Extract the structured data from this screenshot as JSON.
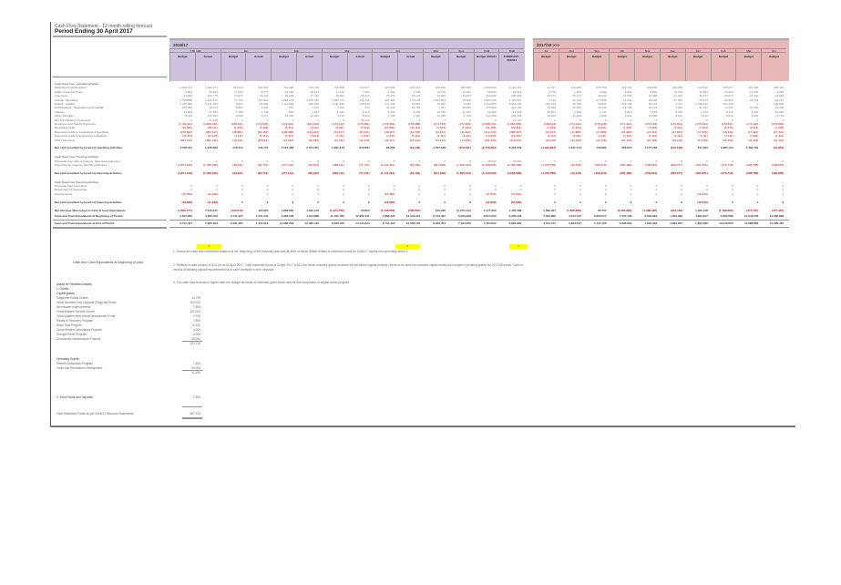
{
  "title_line1": "Cash Flow Statement - 12 month rolling forecast",
  "title_line2": "Period Ending 30 April 2017",
  "year1": "2016/17",
  "year2": "2017/18 >>>",
  "colors": {
    "purple": "#cfc2de",
    "pink": "#e8b8b8",
    "highlight": "#ffff00",
    "negative": "#b00000"
  },
  "months1": [
    {
      "label": "YTD (dd)",
      "span": 2
    },
    {
      "label": "Jan",
      "span": 2
    },
    {
      "label": "Feb",
      "span": 2
    },
    {
      "label": "Mar",
      "span": 2
    },
    {
      "label": "Apr",
      "span": 2
    },
    {
      "label": "May",
      "span": 1
    },
    {
      "label": "June",
      "span": 1
    },
    {
      "label": "Total",
      "span": 1
    },
    {
      "label": "Total",
      "span": 1
    }
  ],
  "subs1": [
    "Budget",
    "Actual",
    "Budget",
    "Actual",
    "Budget",
    "Actual",
    "Budget",
    "Actual",
    "Budget",
    "Actual",
    "Budget",
    "Budget",
    "Budget 2016/17",
    "FORECAST - 2016/17"
  ],
  "months2": [
    "Jul",
    "Aug",
    "Sep",
    "Oct",
    "Nov",
    "Dec",
    "Jan",
    "Feb",
    "Mar",
    "Apr"
  ],
  "subs2": [
    "Budget",
    "Budget",
    "Budget",
    "Budget",
    "Budget",
    "Budget",
    "Budget",
    "Budget",
    "Budget",
    "Budget"
  ],
  "rows": [
    {
      "type": "head",
      "label": "Cash flows from operating activities"
    },
    {
      "type": "item",
      "label": "Rate Payments Received",
      "v": [
        "1,022,311",
        "1,046,271",
        "703,114",
        "811,643",
        "711,428",
        "716,276",
        "311,848",
        "744,217",
        "227,833",
        "246,041",
        "183,936",
        "166,608",
        "2,360,000",
        "2,421,221",
        "21,797",
        "116,208",
        "879,758",
        "214,131",
        "332,836",
        "238,458",
        "214,512",
        "235,277",
        "157,466",
        "286,115"
      ]
    },
    {
      "type": "item",
      "label": "Sales, Fees and Fines",
      "v": [
        "4,864",
        "35,604",
        "17,625",
        "5,273",
        "12,795",
        "28,131",
        "11,116",
        "7,284",
        "4,432",
        "7,186",
        "12,179",
        "12,911",
        "50,843",
        "54,821",
        "2,778",
        "1,253",
        "4,498",
        "8,947",
        "5,960",
        "11,374",
        "11,694",
        "14,264",
        "12,916",
        "2,066"
      ]
    },
    {
      "type": "item",
      "label": "User Fees",
      "v": [
        "31,844",
        "190,775",
        "34,837",
        "23,441",
        "90,338",
        "27,411",
        "33,993",
        "48,213",
        "46,479",
        "32,123",
        "34,022",
        "34,333",
        "312,000",
        "280,000",
        "49,172",
        "62,172",
        "28,443",
        "31,836",
        "32,488",
        "32,432",
        "30,474",
        "42,672",
        "27,320",
        "34,833"
      ]
    },
    {
      "type": "item",
      "label": "Grants - Operating",
      "v": [
        "1,799,508",
        "1,442,413",
        "27,713",
        "227,510",
        "1,068,143",
        "1,079,210",
        "1,084,711",
        "111,441",
        "226,428",
        "170,133",
        "1,024,004",
        "30,000",
        "3,904,120",
        "1,764,511",
        "3,712",
        "21,213",
        "477,849",
        "12,941",
        "29,138",
        "97,349",
        "28,373",
        "62,823",
        "29,104",
        "29,212"
      ]
    },
    {
      "type": "item",
      "label": "Grants - Capital",
      "v": [
        "1,475,082",
        "3,271,384",
        "6,932",
        "18,900",
        "1,111,964",
        "298,190",
        "1,211,434",
        "190,333",
        "211,433",
        "70,500",
        "18,200",
        "5,000",
        "4,713,000",
        "5,013,000",
        "213,124",
        "66,758",
        "28,960",
        "244,794",
        "32,143",
        "1,413",
        "1,218,224",
        "264,433",
        "0",
        "229,833"
      ]
    },
    {
      "type": "item",
      "label": "Contributions - Developers and Capital",
      "v": [
        "135,040",
        "44,071",
        "5,897",
        "3,342",
        "967",
        "1,274",
        "2,731",
        "479",
        "43,148",
        "43,738",
        "1,441",
        "30,001",
        "170,000",
        "221,133",
        "13,440",
        "12,540",
        "16,739",
        "15,722",
        "16,124",
        "7,422",
        "21,314",
        "14,441",
        "20,000",
        "20,000"
      ]
    },
    {
      "type": "item",
      "label": "Interest",
      "v": [
        "41,000",
        "57,093",
        "1,458",
        "1,149",
        "600",
        "1,811",
        "1,100",
        "1,412",
        "1,120",
        "1,236",
        "12,786",
        "11,100",
        "62,000",
        "61,024",
        "25,871",
        "1,188",
        "1,141",
        "1,813",
        "7,163",
        "6,318",
        "1,234",
        "8,113",
        "1,200",
        "16,200"
      ]
    },
    {
      "type": "item",
      "label": "Other Receipts",
      "v": [
        "79,111",
        "117,783",
        "2,008",
        "3,277",
        "31,336",
        "22,162",
        "5,112",
        "5,913",
        "3,766",
        "1,420",
        "16,188",
        "1,700",
        "212,000",
        "235,333",
        "15,166",
        "11,488",
        "1,088",
        "2,211",
        "19,280",
        "8,811",
        "3,216",
        "5,610",
        "5,461",
        "5,791"
      ]
    },
    {
      "type": "item",
      "label": "Net GST Refund / (payment)",
      "v": [
        "0",
        "21,439",
        "0",
        "0",
        "0",
        "0",
        "0",
        "28,142",
        "0",
        "0",
        "0",
        "0",
        "0",
        "21,461",
        "0",
        "0",
        "0",
        "0",
        "0",
        "0",
        "0",
        "0",
        "0",
        "0"
      ]
    },
    {
      "type": "item",
      "label": "Employee and Sundry Payments",
      "v": [
        "(1,744,111)",
        "(1,609,132)",
        "(168,411)",
        "(172,833)",
        "(172,911)",
        "(161,212)",
        "(170,212)",
        "(175,381)",
        "(175,481)",
        "(178,288)",
        "(171,733)",
        "(172,400)",
        "(2,088,244)",
        "(1,963,265)",
        "(180,113)",
        "(174,214)",
        "(176,118)",
        "(171,421)",
        "(176,129)",
        "(172,811)",
        "(176,414)",
        "(170,811)",
        "(171,120)",
        "(176,300)"
      ]
    },
    {
      "type": "item",
      "label": "Borrowing Costs",
      "v": [
        "(16,822)",
        "(18,111)",
        "(1,344)",
        "(1,118)",
        "(3,311)",
        "(3,112)",
        "(3,311)",
        "(3,112)",
        "(14,882)",
        "(11,111)",
        "(1,344)",
        "(1,344)",
        "(21,188)",
        "(22,114)",
        "(1,344)",
        "(1,344)",
        "(3,311)",
        "(1,344)",
        "(1,344)",
        "(3,311)",
        "(1,344)",
        "(1,344)",
        "(3,311)",
        "(1,344)"
      ]
    },
    {
      "type": "item",
      "label": "Payments made to Contractors & Suppliers",
      "v": [
        "(279,822)",
        "(281,117)",
        "(45,381)",
        "(81,153)",
        "(130,483)",
        "(141,211)",
        "(43,477)",
        "(81,111)",
        "(49,117)",
        "(14,793)",
        "(11,441)",
        "(11,441)",
        "(412,220)",
        "(388,310)",
        "(21,417)",
        "(17,880)",
        "(17,888)",
        "(15,460)",
        "(21,411)",
        "(17,811)",
        "(17,120)",
        "(19,443)",
        "(17,422)",
        "(27,311)"
      ]
    },
    {
      "type": "item",
      "label": "Payments made to Employees & Related",
      "v": [
        "(11,111)",
        "(11,118)",
        "(1,111)",
        "(1,112)",
        "(1,111)",
        "(1,114)",
        "(1,111)",
        "(1,111)",
        "(1,111)",
        "(1,111)",
        "(1,111)",
        "(1,111)",
        "(13,333)",
        "(13,333)",
        "(1,111)",
        "(1,111)",
        "(1,111)",
        "(1,111)",
        "(1,111)",
        "(1,111)",
        "(1,111)",
        "(1,111)",
        "(1,111)",
        "(1,111)"
      ]
    },
    {
      "type": "item",
      "label": "Other Payments",
      "v": [
        "(381,134)",
        "(281,141)",
        "(16,411)",
        "(18,812)",
        "(13,412)",
        "(28,181)",
        "(11,411)",
        "(11,416)",
        "(41,117)",
        "(31,141)",
        "(14,431)",
        "(14,431)",
        "(411,334)",
        "(416,411)",
        "(21,116)",
        "(21,116)",
        "(21,116)",
        "(21,116)",
        "(21,116)",
        "(21,116)",
        "(21,116)",
        "(21,116)",
        "(21,116)",
        "(21,116)"
      ]
    },
    {
      "type": "blank"
    },
    {
      "type": "bold",
      "label": "Net cash provided by (used in) operating activities",
      "v": [
        "1,797,411",
        "1,978,696",
        "216,714",
        "243,771",
        "1,107,488",
        "2,071,451",
        "1,281,314",
        "816,884",
        "96,856",
        "(13,148)",
        "1,797,188",
        "(473,131)",
        "(2,778,264)",
        "2,204,333",
        "(1,343,967)",
        "1,641,713",
        "139,681",
        "375,877",
        "1,177,166",
        "(413,128)",
        "211,093",
        "1,887,144",
        "1,482,791",
        "(13,851)"
      ]
    },
    {
      "type": "blank"
    },
    {
      "type": "head",
      "label": "Cash flows from investing activities"
    },
    {
      "type": "item",
      "label": "Proceeds from sale of property, plant and equipment",
      "v": [
        "0",
        "0",
        "0",
        "0",
        "0",
        "0",
        "0",
        "0",
        "0",
        "0",
        "0",
        "0",
        "45,000",
        "45,000",
        "0",
        "0",
        "0",
        "0",
        "0",
        "0",
        "0",
        "0",
        "0",
        "0"
      ]
    },
    {
      "type": "item",
      "label": "Payments for property, plant & equipment",
      "v": [
        "(3,871,128)",
        "(1,788,796)",
        "(39,911)",
        "(84,771)",
        "(277,131)",
        "(80,102)",
        "(385,111)",
        "(71,711)",
        "(1,111,361)",
        "(45,192)",
        "(841,028)",
        "(1,366,144)",
        "(4,188,000)",
        "(4,108,008)",
        "(1,079,786)",
        "(46,178)",
        "(163,479)",
        "(487,489)",
        "(748,814)",
        "(405,277)",
        "(361,871)",
        "(376,719)",
        "(296,788)",
        "(166,878)"
      ]
    },
    {
      "type": "blank"
    },
    {
      "type": "bold",
      "label": "Net cash provided by (used in) investing activities",
      "v": [
        "(3,871,128)",
        "(1,788,796)",
        "(39,911)",
        "(84,771)",
        "(277,131)",
        "(80,102)",
        "(385,111)",
        "(71,711)",
        "(1,111,361)",
        "(45,192)",
        "(841,028)",
        "(1,366,144)",
        "(4,143,000)",
        "(4,063,008)",
        "(1,079,786)",
        "(46,178)",
        "(163,479)",
        "(487,489)",
        "(748,814)",
        "(405,277)",
        "(361,871)",
        "(376,719)",
        "(296,788)",
        "(166,878)"
      ]
    },
    {
      "type": "blank"
    },
    {
      "type": "head",
      "label": "Cash flows from financing activities"
    },
    {
      "type": "item",
      "label": "Proceeds from borrowing",
      "v": [
        "0",
        "0",
        "0",
        "0",
        "0",
        "0",
        "0",
        "0",
        "0",
        "0",
        "0",
        "0",
        "0",
        "0",
        "0",
        "0",
        "0",
        "0",
        "0",
        "0",
        "0",
        "0",
        "0",
        "0"
      ]
    },
    {
      "type": "item",
      "label": "Repayment of borrowings",
      "v": [
        "0",
        "0",
        "0",
        "0",
        "0",
        "0",
        "0",
        "0",
        "0",
        "0",
        "0",
        "0",
        "0",
        "0",
        "0",
        "0",
        "0",
        "0",
        "0",
        "0",
        "0",
        "0",
        "0",
        "0"
      ]
    },
    {
      "type": "item",
      "label": "Finance lease",
      "v": [
        "(16,360)",
        "(11,248)",
        "0",
        "0",
        "0",
        "0",
        "0",
        "0",
        "(16,360)",
        "0",
        "0",
        "0",
        "(37,000)",
        "(37,000)",
        "0",
        "0",
        "0",
        "0",
        "0",
        "0",
        "(18,410)",
        "0",
        "0",
        "0"
      ]
    },
    {
      "type": "blank"
    },
    {
      "type": "bold",
      "label": "Net cash provided by (used in) financing activities",
      "v": [
        "(16,360)",
        "(11,248)",
        "0",
        "0",
        "0",
        "0",
        "0",
        "0",
        "(16,360)",
        "0",
        "0",
        "0",
        "(37,000)",
        "(37,000)",
        "0",
        "0",
        "0",
        "0",
        "0",
        "0",
        "(18,410)",
        "0",
        "0",
        "0"
      ]
    },
    {
      "type": "blank"
    },
    {
      "type": "bold",
      "label": "Net Increase /(Decrease) in Cash & Cash Equivalents",
      "v": [
        "(1,656,177)",
        "7,015,017",
        "(103,043)",
        "123,867",
        "1,859,080",
        "4,022,146",
        "(1,224,758)",
        "65,852",
        "(1,133,856)",
        "(758,057)",
        "105,295",
        "(3,015,114)",
        "1,477,000",
        "1,787,488",
        "1,599,067",
        "(1,695,838)",
        "85,707",
        "(1,003,884)",
        "(1,388,387)",
        "(314,118)",
        "1,481,148",
        "(1,189,880)",
        "(477,437)",
        "(477,437)"
      ]
    },
    {
      "type": "bold",
      "label": "Cash and Cash Equivalents at Beginning of Period",
      "v": [
        "4,647,306",
        "4,905,406",
        "2,711,427",
        "1,211,441",
        "1,282,138",
        "1,914,288",
        "11,181,780",
        "12,482,411",
        "7,886,220",
        "14,444,224",
        "8,744,422",
        "9,200,338",
        "6,617,000",
        "6,905,406",
        "7,044,800",
        "4,514,147",
        "3,603,517",
        "7,447,126",
        "6,946,894",
        "1,594,466",
        "4,994,227",
        "1,882,588",
        "12,049,005",
        "11,686,898"
      ]
    }
  ],
  "end_row": {
    "label": "Cash and Cash Equivalents at End of Period",
    "v": [
      "2,711,427",
      "7,955,463",
      "2,291,184",
      "1,444,314",
      "11,968,793",
      "12,482,416",
      "9,036,220",
      "14,444,224",
      "8,744,422",
      "13,566,135",
      "8,026,454",
      "7,164,000",
      "7,164,000",
      "8,692,894",
      "4,514,147",
      "3,603,517",
      "7,447,126",
      "6,946,894",
      "1,594,466",
      "4,994,227",
      "1,882,588",
      "12,049,005",
      "11,686,898",
      "11,209,461"
    ]
  },
  "markers": [
    "1",
    "2",
    "3"
  ],
  "left_note": "Cash and Cash Equivalents at beginning of year",
  "notes": [
    "1. Shows the cash and investment balance at the beginning of the financial year was $6.60m of which $966k relates to restricted funds for 2016/17 capital and operating works 2",
    "2. Reflects a cash surplus of $13.2m at 30 April 2017. Total restricted funds at 30 Apr 2017 is $13.9m which includes grants received for the above capital projects, funds to be spent on planned capital works and unspent operating grants for 2017/18 works. Cash in",
    "excess of existing capital requirements have been invested in term deposits",
    "3. The cash flow forecast is higher than the budget because of restricted grant funds held for the completion of capital works projects"
  ],
  "restricted": {
    "heading": "Adjust for Restricted assets",
    "grants": "1. Grants -",
    "capital_heading": "Capital grants -",
    "capital": [
      {
        "label": "Kalgoorlie Roads Grants",
        "v": "14,799"
      },
      {
        "label": "Great Northern Hwy Upgrade (Regional Road)",
        "v": "103,752"
      },
      {
        "label": "Stormwater Improvements",
        "v": "7,863"
      },
      {
        "label": "Great Eastern Service Centre",
        "v": "120,000"
      },
      {
        "label": "Great Eastern Hwy Urban Development Fund",
        "v": "2,700"
      },
      {
        "label": "Roads to Recovery Program",
        "v": "7,500"
      },
      {
        "label": "Black Spot Projects",
        "v": "12,120"
      },
      {
        "label": "Great Western Woodlands Projects",
        "v": "4,000"
      },
      {
        "label": "Drought Relief Projects",
        "v": "6,000"
      },
      {
        "label": "Community Infrastructure Projects",
        "v": "45,000"
      }
    ],
    "capital_total": "323,734",
    "operating_heading": "Operating Grants -",
    "operating": [
      {
        "label": "Seniors Assistance Program",
        "v": "7,500"
      },
      {
        "label": "Youth and Recreation Development",
        "v": "34,000"
      }
    ],
    "operating_total": "41,500",
    "trust_label": "2. Trust Funds and Deposits",
    "trust_value": "2,500",
    "total_label": "Total Restricted Funds as per 2016/17 Financial Statements",
    "total_value": "367,734"
  }
}
